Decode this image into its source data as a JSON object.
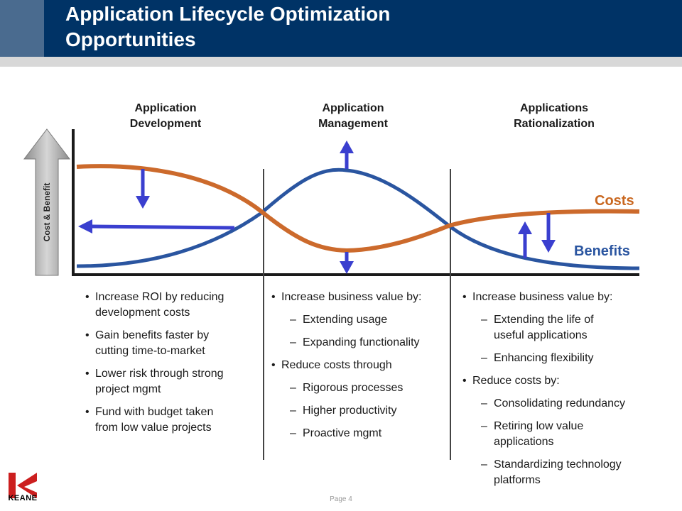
{
  "header": {
    "title_line1": "Application Lifecycle Optimization",
    "title_line2": "Opportunities"
  },
  "columns": [
    {
      "heading_line1": "Application",
      "heading_line2": "Development"
    },
    {
      "heading_line1": "Application",
      "heading_line2": "Management"
    },
    {
      "heading_line1": "Applications",
      "heading_line2": "Rationalization"
    }
  ],
  "diagram": {
    "y_axis_label": "Cost & Benefit",
    "costs_label": "Costs",
    "benefits_label": "Benefits",
    "colors": {
      "costs": "#cc6a2c",
      "benefits": "#2a55a0",
      "arrows": "#3a3fcf",
      "axis": "#1a1a1a"
    }
  },
  "col1_bullets": [
    {
      "line1": "Increase ROI by reducing",
      "line2": "development costs"
    },
    {
      "line1": "Gain benefits faster by",
      "line2": "cutting time-to-market"
    },
    {
      "line1": "Lower risk through strong",
      "line2": "project mgmt"
    },
    {
      "line1": "Fund with budget taken",
      "line2": "from low value projects"
    }
  ],
  "col2": {
    "bullet1": "Increase business value by:",
    "sub1": [
      "Extending usage",
      "Expanding functionality"
    ],
    "bullet2": "Reduce costs through",
    "sub2": [
      "Rigorous processes",
      "Higher productivity",
      "Proactive mgmt"
    ]
  },
  "col3": {
    "bullet1": "Increase business value by:",
    "sub1": [
      {
        "line1": "Extending the life of",
        "line2": "useful applications"
      },
      {
        "line1": "Enhancing flexibility",
        "line2": ""
      }
    ],
    "bullet2": "Reduce costs by:",
    "sub2": [
      {
        "line1": "Consolidating redundancy",
        "line2": ""
      },
      {
        "line1": "Retiring low value",
        "line2": "applications"
      },
      {
        "line1": "Standardizing technology",
        "line2": "platforms"
      }
    ]
  },
  "footer": {
    "logo_text": "KEANE",
    "page_label": "Page 4"
  }
}
